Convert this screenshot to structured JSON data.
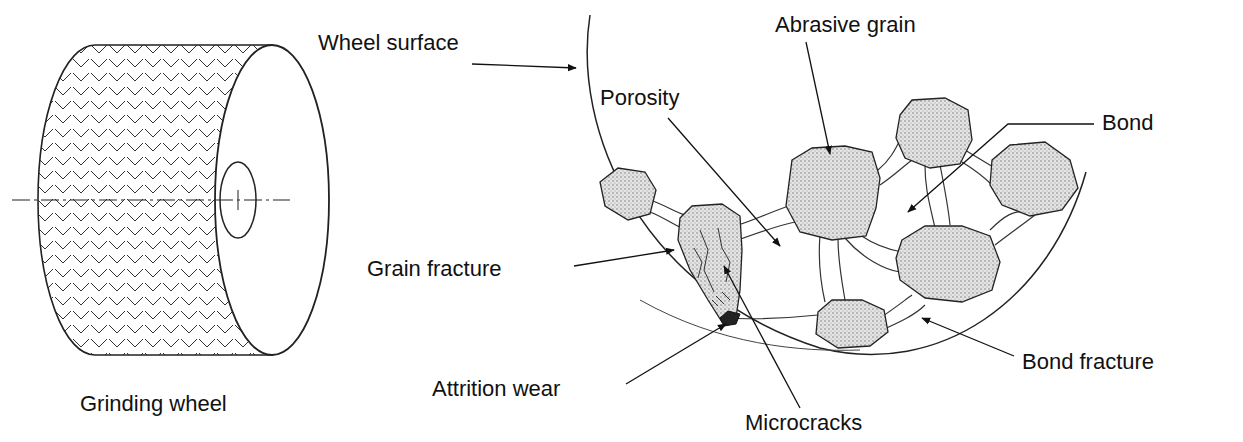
{
  "diagram": {
    "labels": [
      "Wheel surface",
      "Abrasive grain",
      "Porosity",
      "Bond",
      "Grain fracture",
      "Attrition wear",
      "Microcracks",
      "Bond fracture",
      "Grinding wheel"
    ]
  }
}
